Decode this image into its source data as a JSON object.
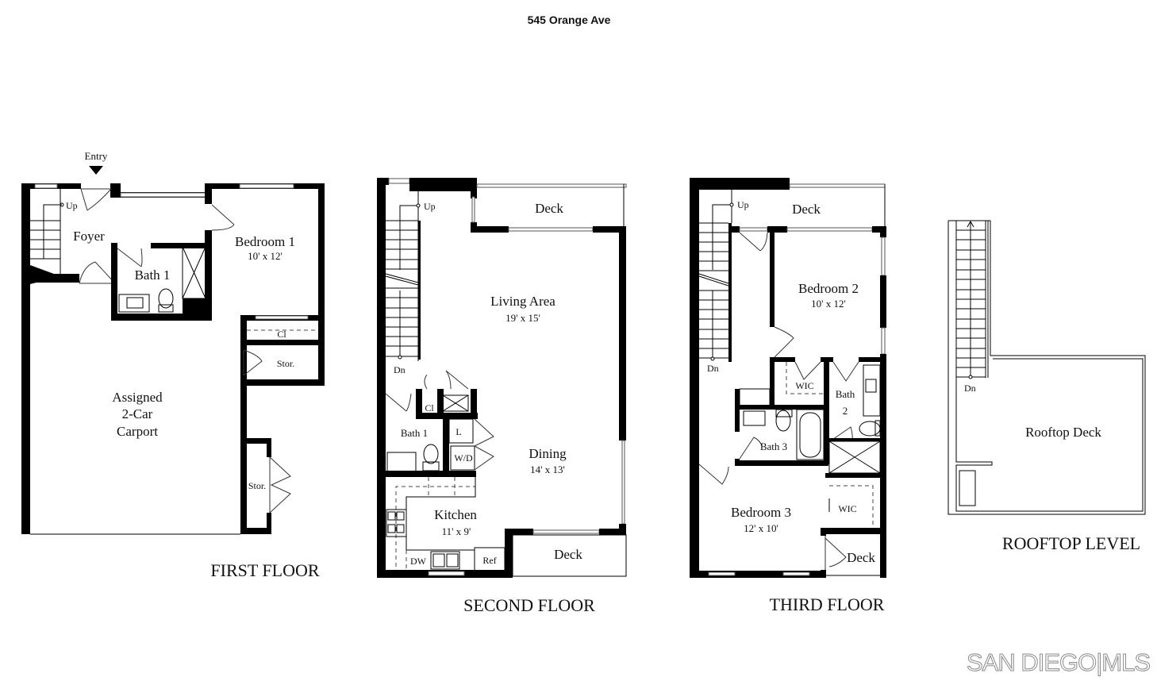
{
  "header": {
    "title": "545 Orange Ave"
  },
  "floors": {
    "first": {
      "label": "FIRST FLOOR",
      "entry": "Entry",
      "rooms": {
        "up": "Up",
        "foyer": "Foyer",
        "bedroom1": {
          "name": "Bedroom 1",
          "dim": "10' x 12'"
        },
        "bath1": "Bath 1",
        "closet": "Cl",
        "storage1": "Stor.",
        "carport": [
          "Assigned",
          "2-Car",
          "Carport"
        ],
        "storage2": "Stor."
      }
    },
    "second": {
      "label": "SECOND FLOOR",
      "rooms": {
        "up": "Up",
        "dn": "Dn",
        "deck_top": "Deck",
        "living": {
          "name": "Living Area",
          "dim": "19' x 15'"
        },
        "closet": "Cl",
        "bath1": "Bath 1",
        "linen": "L",
        "washer_dryer": "W/D",
        "dining": {
          "name": "Dining",
          "dim": "14' x 13'"
        },
        "kitchen": {
          "name": "Kitchen",
          "dim": "11' x 9'"
        },
        "dishwasher": "DW",
        "refrigerator": "Ref",
        "deck_bottom": "Deck"
      }
    },
    "third": {
      "label": "THIRD FLOOR",
      "rooms": {
        "up": "Up",
        "dn": "Dn",
        "deck_top": "Deck",
        "bedroom2": {
          "name": "Bedroom 2",
          "dim": "10' x 12'"
        },
        "wic1": "WIC",
        "bath2": [
          "Bath",
          "2"
        ],
        "bath3": "Bath 3",
        "bedroom3": {
          "name": "Bedroom 3",
          "dim": "12' x 10'"
        },
        "wic2": "WIC",
        "deck_bottom": "Deck"
      }
    },
    "rooftop": {
      "label": "ROOFTOP LEVEL",
      "rooms": {
        "dn": "Dn",
        "deck": "Rooftop Deck"
      }
    }
  },
  "footer": {
    "logo": "SAN DIEGO|MLS"
  }
}
